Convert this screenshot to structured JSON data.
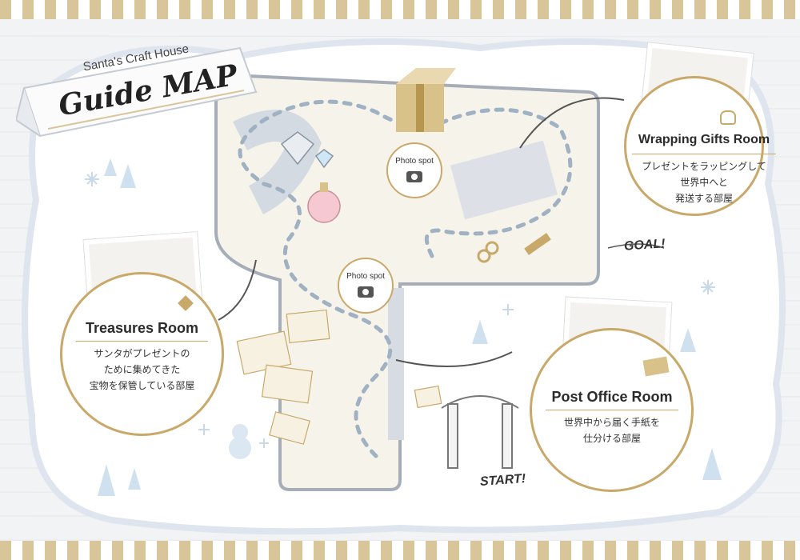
{
  "header": {
    "subtitle": "Santa's Craft House",
    "title": "Guide MAP"
  },
  "rooms": {
    "wrapping": {
      "name": "Wrapping Gifts Room",
      "description": "プレゼントをラッピングして\n世界中へと\n発送する部屋"
    },
    "treasures": {
      "name": "Treasures Room",
      "description": "サンタがプレゼントの\nために集めてきた\n宝物を保管している部屋"
    },
    "post_office": {
      "name": "Post Office Room",
      "description": "世界中から届く手紙を\n仕分ける部屋"
    }
  },
  "photo_spots": {
    "upper_label": "Photo spot",
    "lower_label": "Photo spot"
  },
  "markers": {
    "goal": "GOAL!",
    "start": "START!"
  },
  "colors": {
    "accent_gold": "#c9a96a",
    "path_blue": "#9fb1c2",
    "floor": "#f6f3ea",
    "snow": "#ffffff",
    "background": "#eef1f5"
  },
  "icons": [
    "camera-icon",
    "gift-icon",
    "bow-icon",
    "diamond-icon",
    "envelope-icon",
    "letter-icon",
    "snowflake-icon",
    "tree-icon",
    "snowman-icon",
    "scissors-icon",
    "hammer-icon",
    "perfume-icon",
    "archway-icon"
  ]
}
